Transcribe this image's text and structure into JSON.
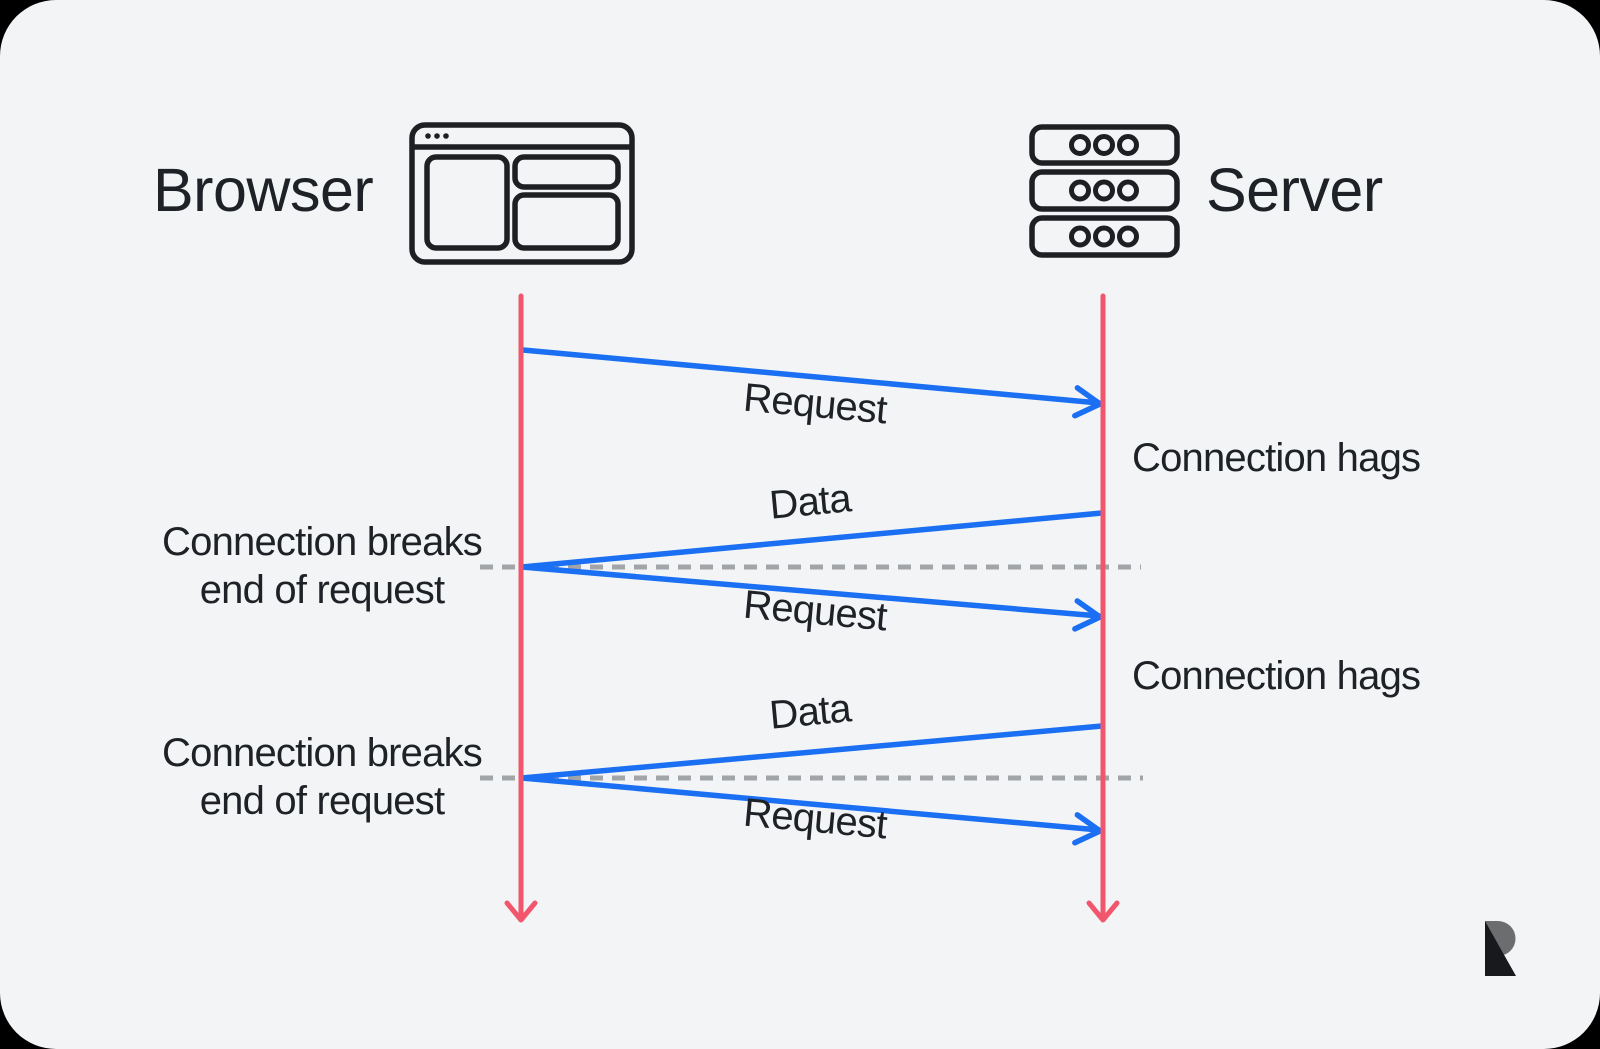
{
  "theme": {
    "background": "#f2f4f6",
    "outside_color": "#000000",
    "lifeline_color": "#f2566d",
    "arrow_color": "#1a6ff2",
    "dash_color": "#a2a5a8",
    "text_color": "#1e2125",
    "icon_color": "#1d1f22",
    "logo_dark": "#17191c",
    "logo_gray": "#6b6d6e"
  },
  "actors": {
    "browser": {
      "label": "Browser",
      "icon": "browser-window-icon"
    },
    "server": {
      "label": "Server",
      "icon": "server-rack-icon"
    }
  },
  "messages": [
    {
      "label": "Request",
      "from": "browser",
      "to": "server"
    },
    {
      "label": "Data",
      "from": "server",
      "to": "browser"
    },
    {
      "label": "Request",
      "from": "browser",
      "to": "server"
    },
    {
      "label": "Data",
      "from": "server",
      "to": "browser"
    },
    {
      "label": "Request",
      "from": "browser",
      "to": "server"
    }
  ],
  "annotations": {
    "server_notes": [
      "Connection hags",
      "Connection hags"
    ],
    "browser_notes": [
      {
        "line1": "Connection breaks",
        "line2": "end of request"
      },
      {
        "line1": "Connection breaks",
        "line2": "end of request"
      }
    ]
  },
  "icons": {
    "logo": "r-logo"
  }
}
